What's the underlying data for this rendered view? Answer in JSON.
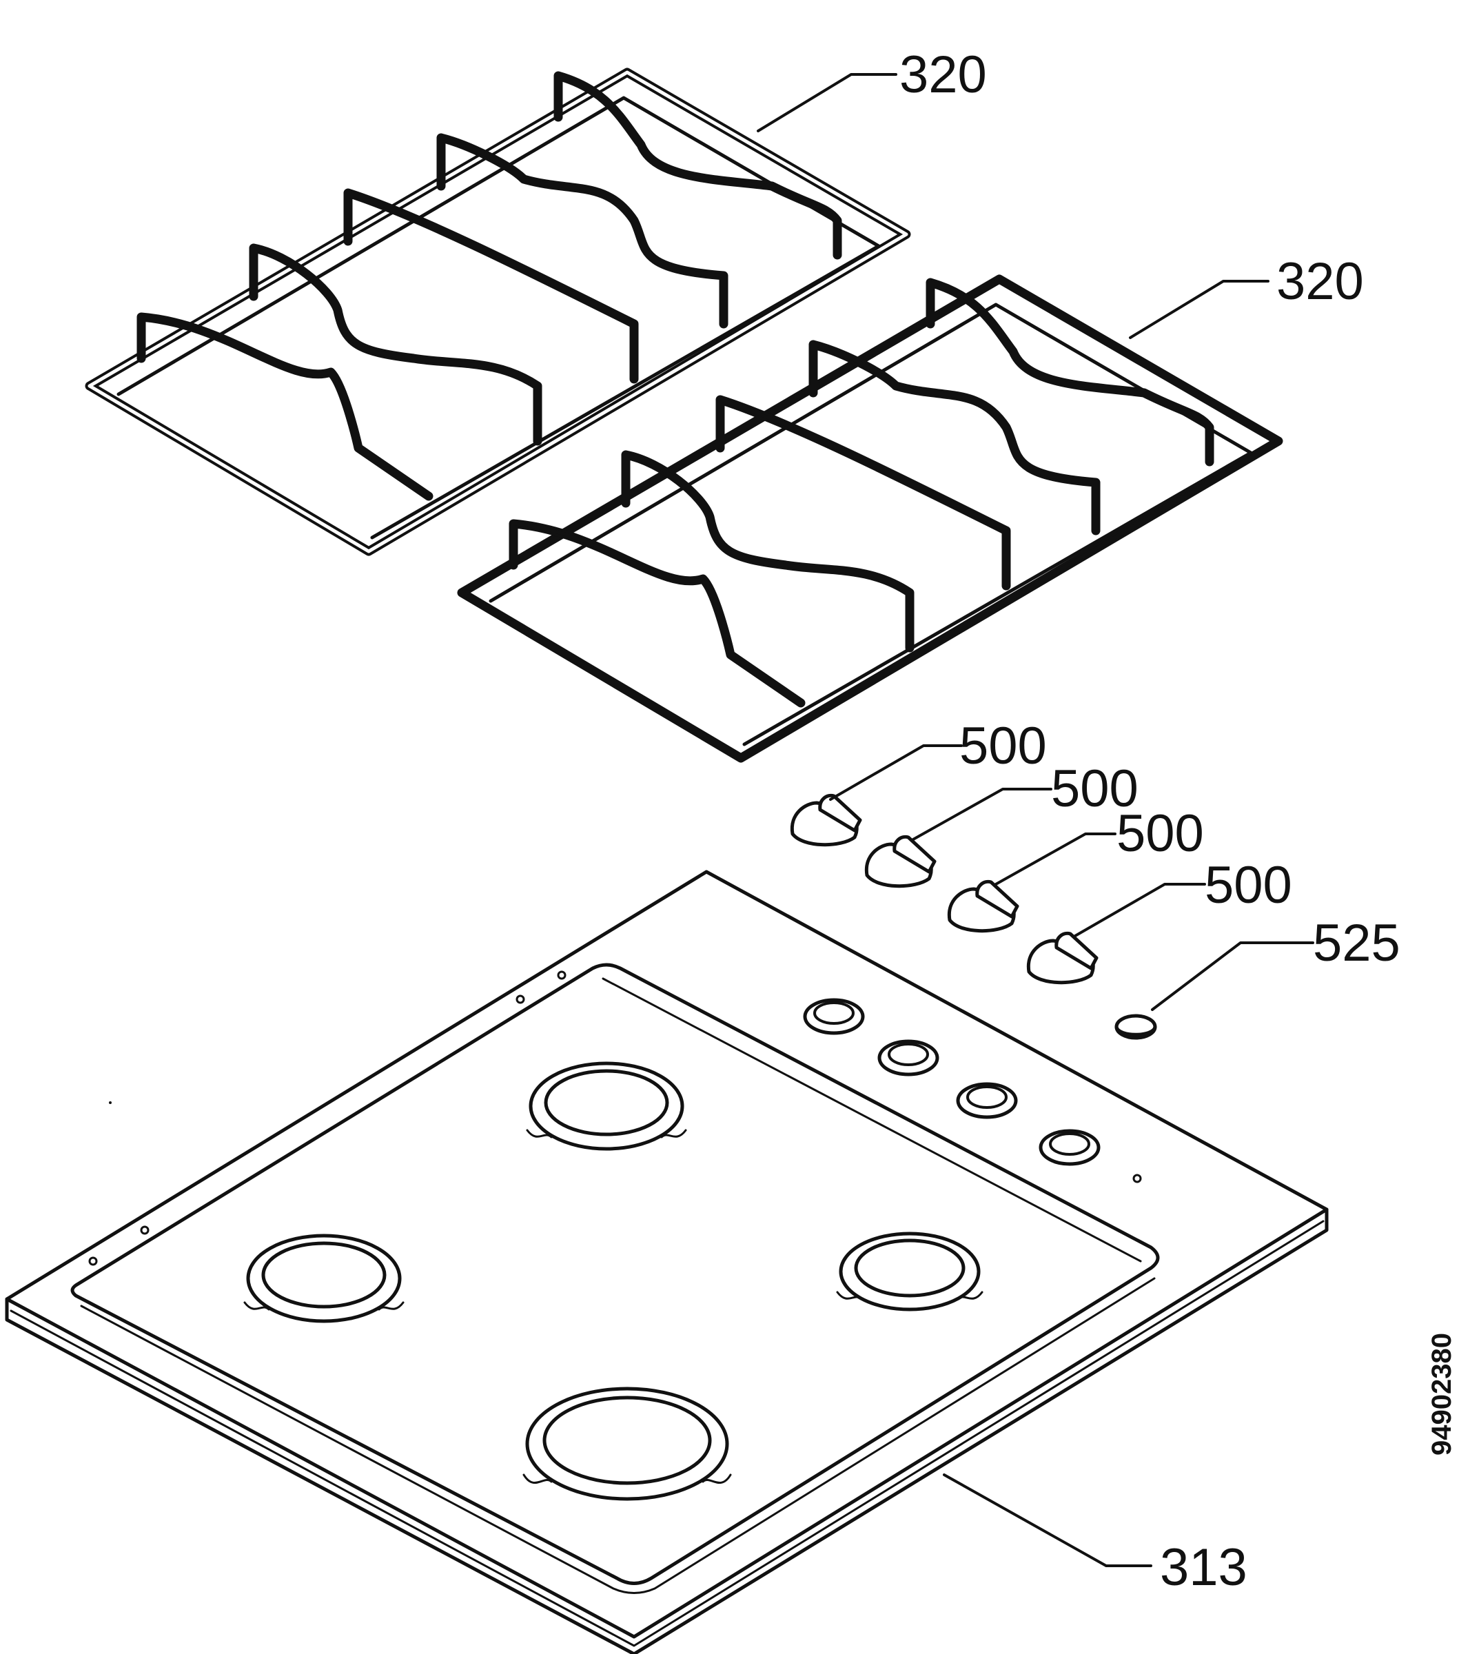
{
  "labels": {
    "grate_left": "320",
    "grate_right": "320",
    "knob_1": "500",
    "knob_2": "500",
    "knob_3": "500",
    "knob_4": "500",
    "button": "525",
    "hob_top": "313"
  },
  "document_number": "94902380",
  "colors": {
    "line": "#111111",
    "background": "#ffffff"
  }
}
